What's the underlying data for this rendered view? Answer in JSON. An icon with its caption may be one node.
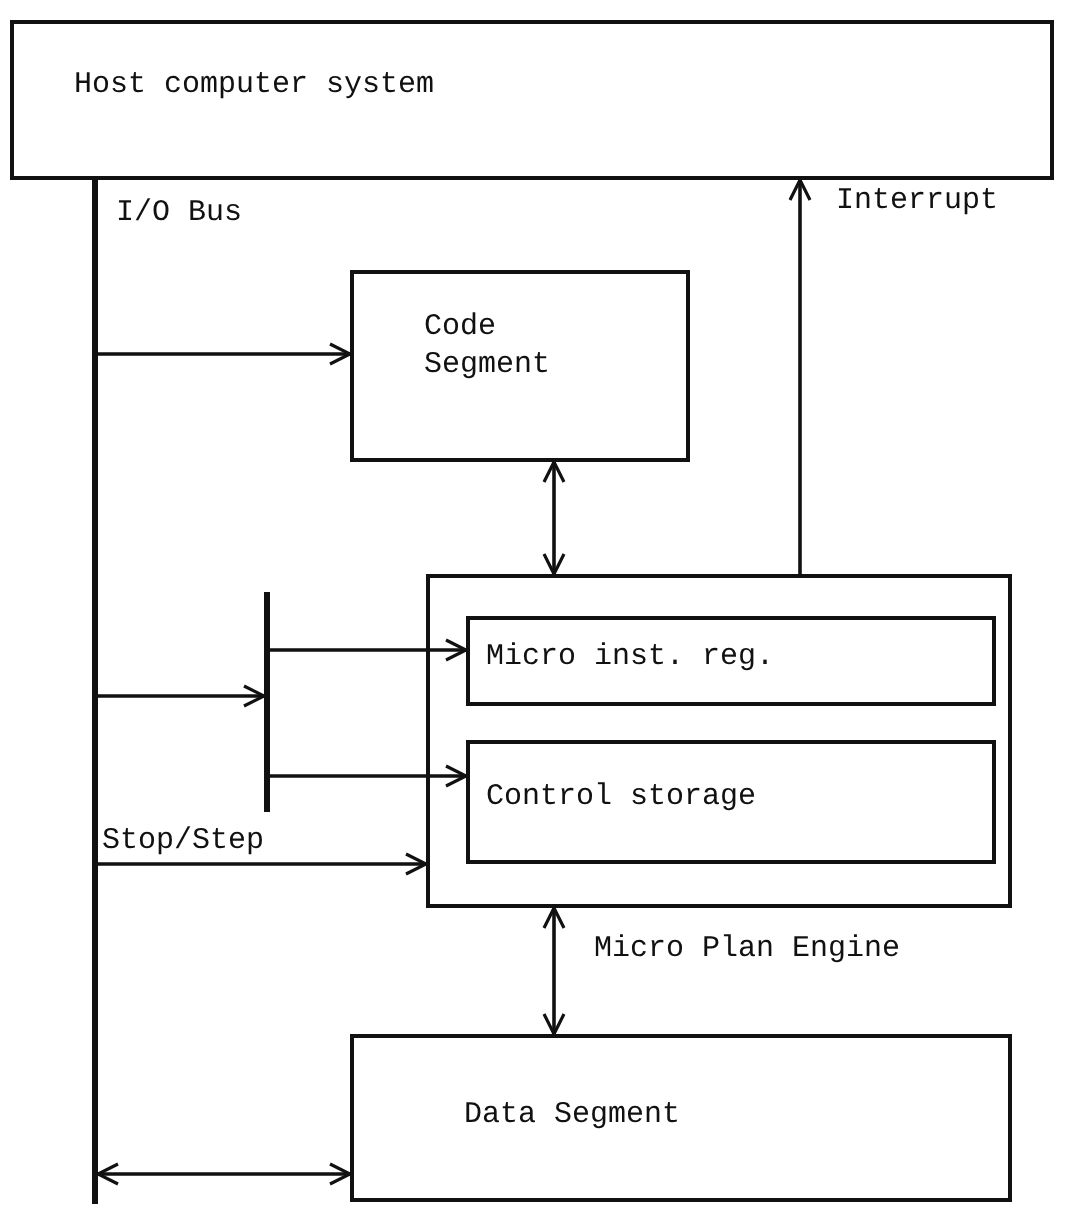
{
  "diagram": {
    "nodes": [
      {
        "text": [
          "Host computer system"
        ]
      },
      {
        "text": [],
        "shape": "bar",
        "beside": [
          "I/O Bus"
        ]
      },
      {
        "text": [
          "Code Segment"
        ]
      },
      {
        "text": [],
        "shape": "box",
        "beside": [
          "Micro Plan Engine"
        ]
      },
      {
        "text": [
          "Micro inst. reg."
        ],
        "in": 3
      },
      {
        "text": [
          "Control storage"
        ],
        "in": 3
      },
      {
        "text": [],
        "shape": "bar"
      },
      {
        "text": [
          "Data Segment"
        ]
      }
    ],
    "edges": [
      {
        "from": 1,
        "to": 2,
        "arrow": "to"
      },
      {
        "from": 2,
        "to": 3,
        "arrow": "both"
      },
      {
        "from": 3,
        "to": 0,
        "arrow": "to",
        "label": "Interrupt"
      },
      {
        "from": 1,
        "to": 6,
        "arrow": "to"
      },
      {
        "from": 6,
        "to": 4,
        "arrow": "to"
      },
      {
        "from": 6,
        "to": 5,
        "arrow": "to"
      },
      {
        "from": 1,
        "to": 3,
        "arrow": "to",
        "label": "Stop/Step"
      },
      {
        "from": 3,
        "to": 7,
        "arrow": "both"
      },
      {
        "from": 1,
        "to": 7,
        "arrow": "both"
      }
    ]
  }
}
